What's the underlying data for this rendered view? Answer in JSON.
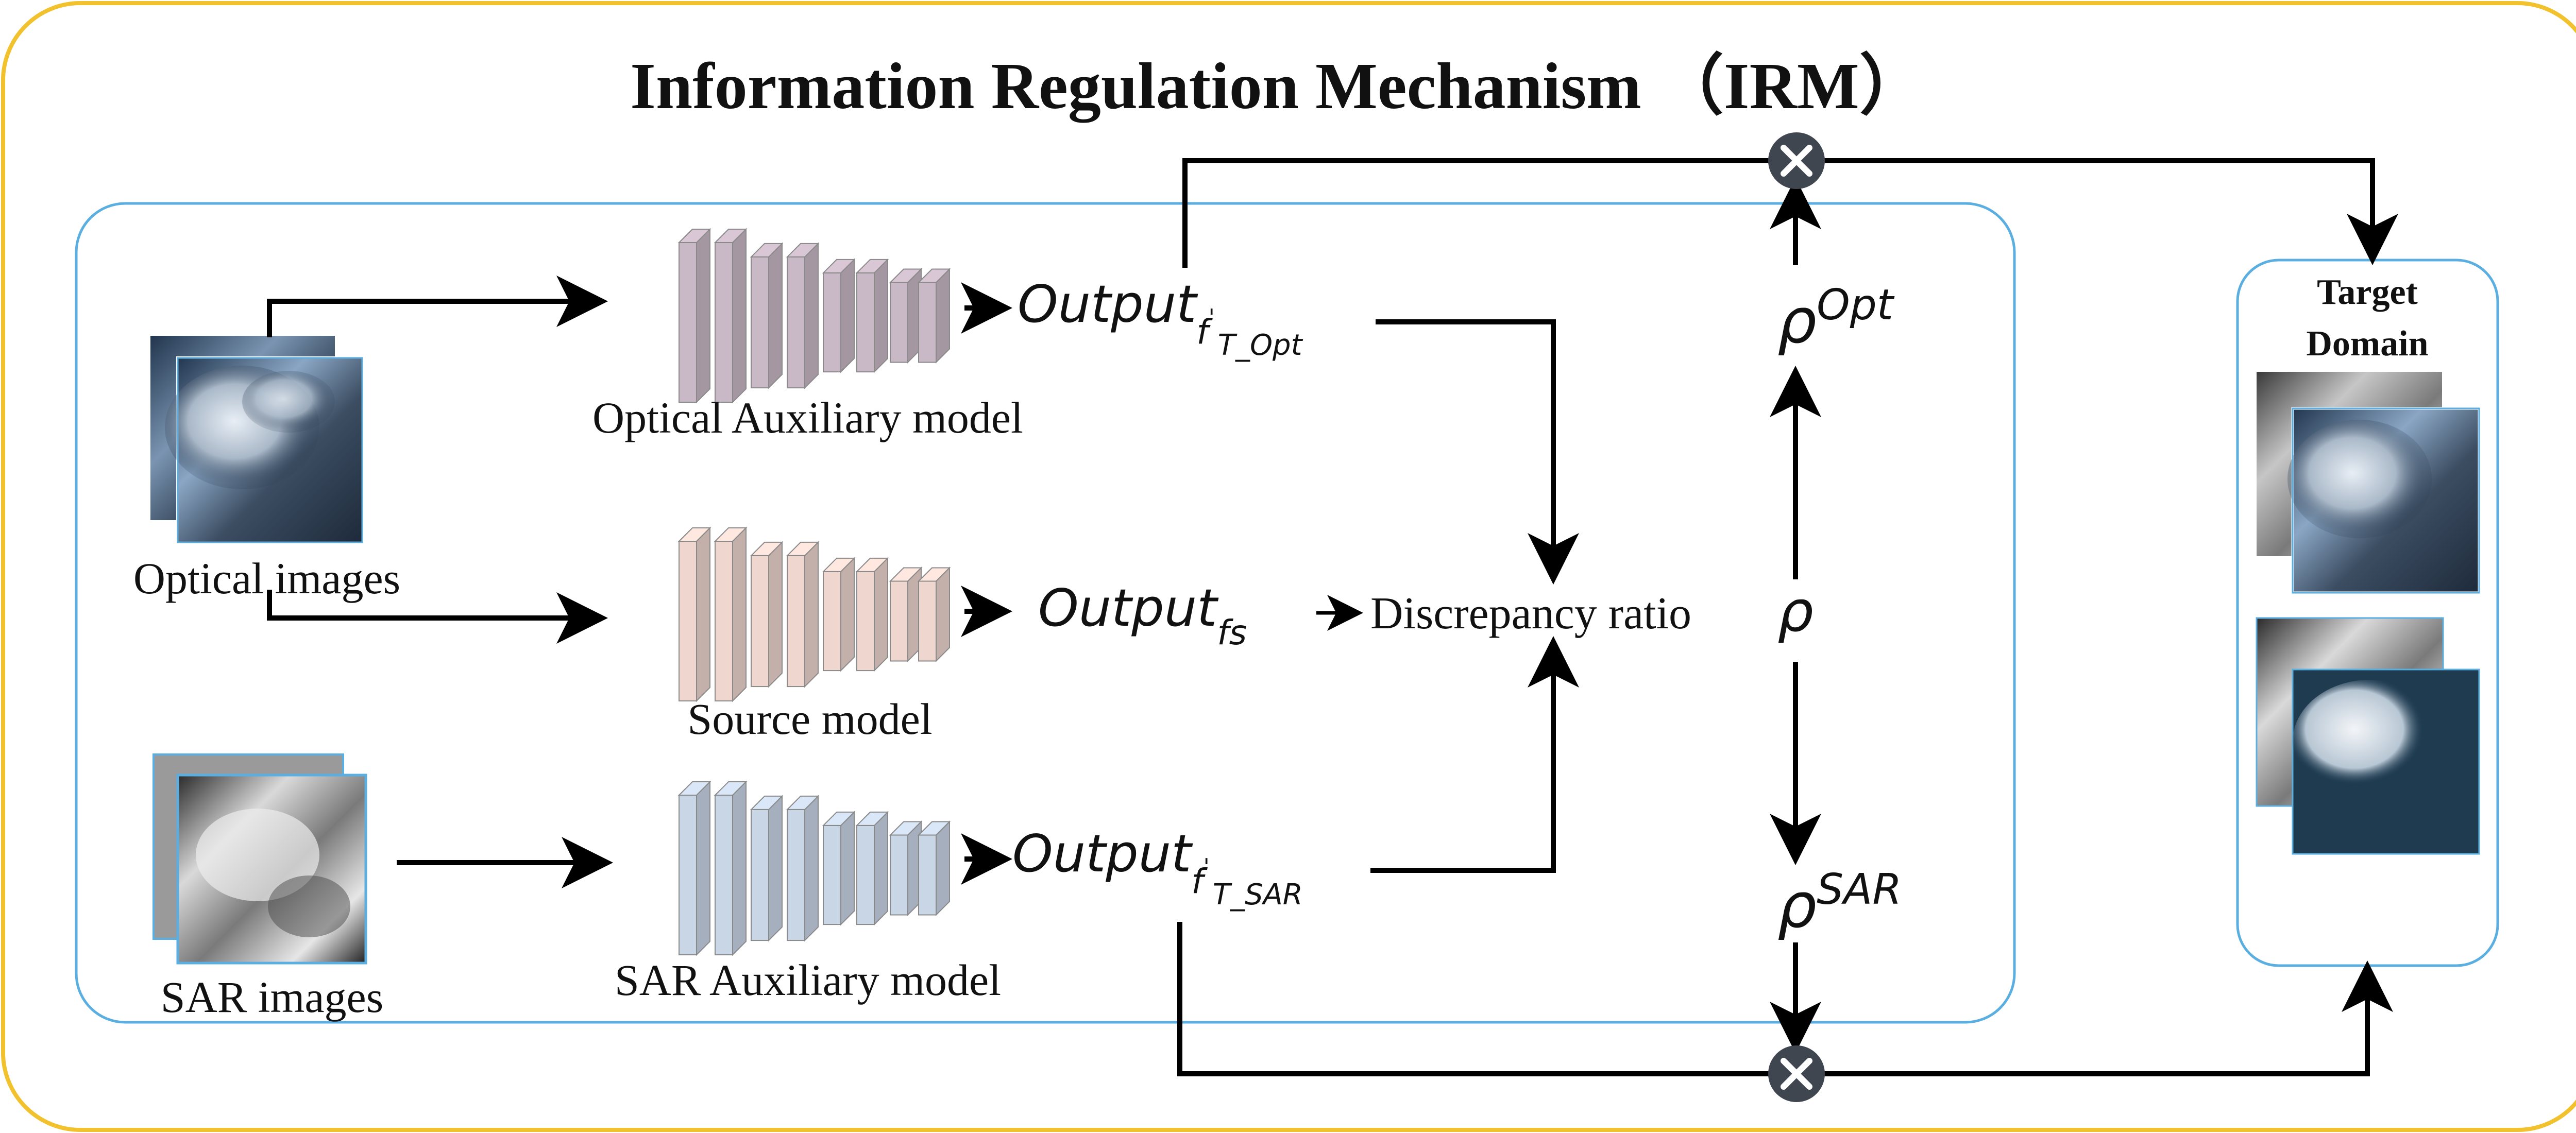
{
  "title": "Information Regulation Mechanism （IRM）",
  "inputs": {
    "optical_label": "Optical images",
    "sar_label": "SAR images"
  },
  "models": {
    "optical": "Optical Auxiliary model",
    "source": "Source model",
    "sar": "SAR Auxiliary model"
  },
  "outputs": {
    "word": "Output",
    "opt_sub": "T_Opt",
    "source_sub": "fs",
    "sar_sub": "T_SAR",
    "f_symbol": "f",
    "prime": "'"
  },
  "discrepancy": "Discrepancy ratio",
  "rho": {
    "symbol": "ρ",
    "opt_sup": "Opt",
    "sar_sup": "SAR"
  },
  "target": {
    "line1": "Target",
    "line2": "Domain"
  },
  "colors": {
    "frame": "#F2C12E",
    "panel": "#5AAEE0",
    "title": "#E8141B",
    "multiplier": "#3F4650",
    "optical_model": "#C9B8C6",
    "source_model": "#EFD7CF",
    "sar_model": "#C9D6E6"
  },
  "icons": [
    "multiply-icon",
    "network-icon",
    "image-thumbnail"
  ]
}
